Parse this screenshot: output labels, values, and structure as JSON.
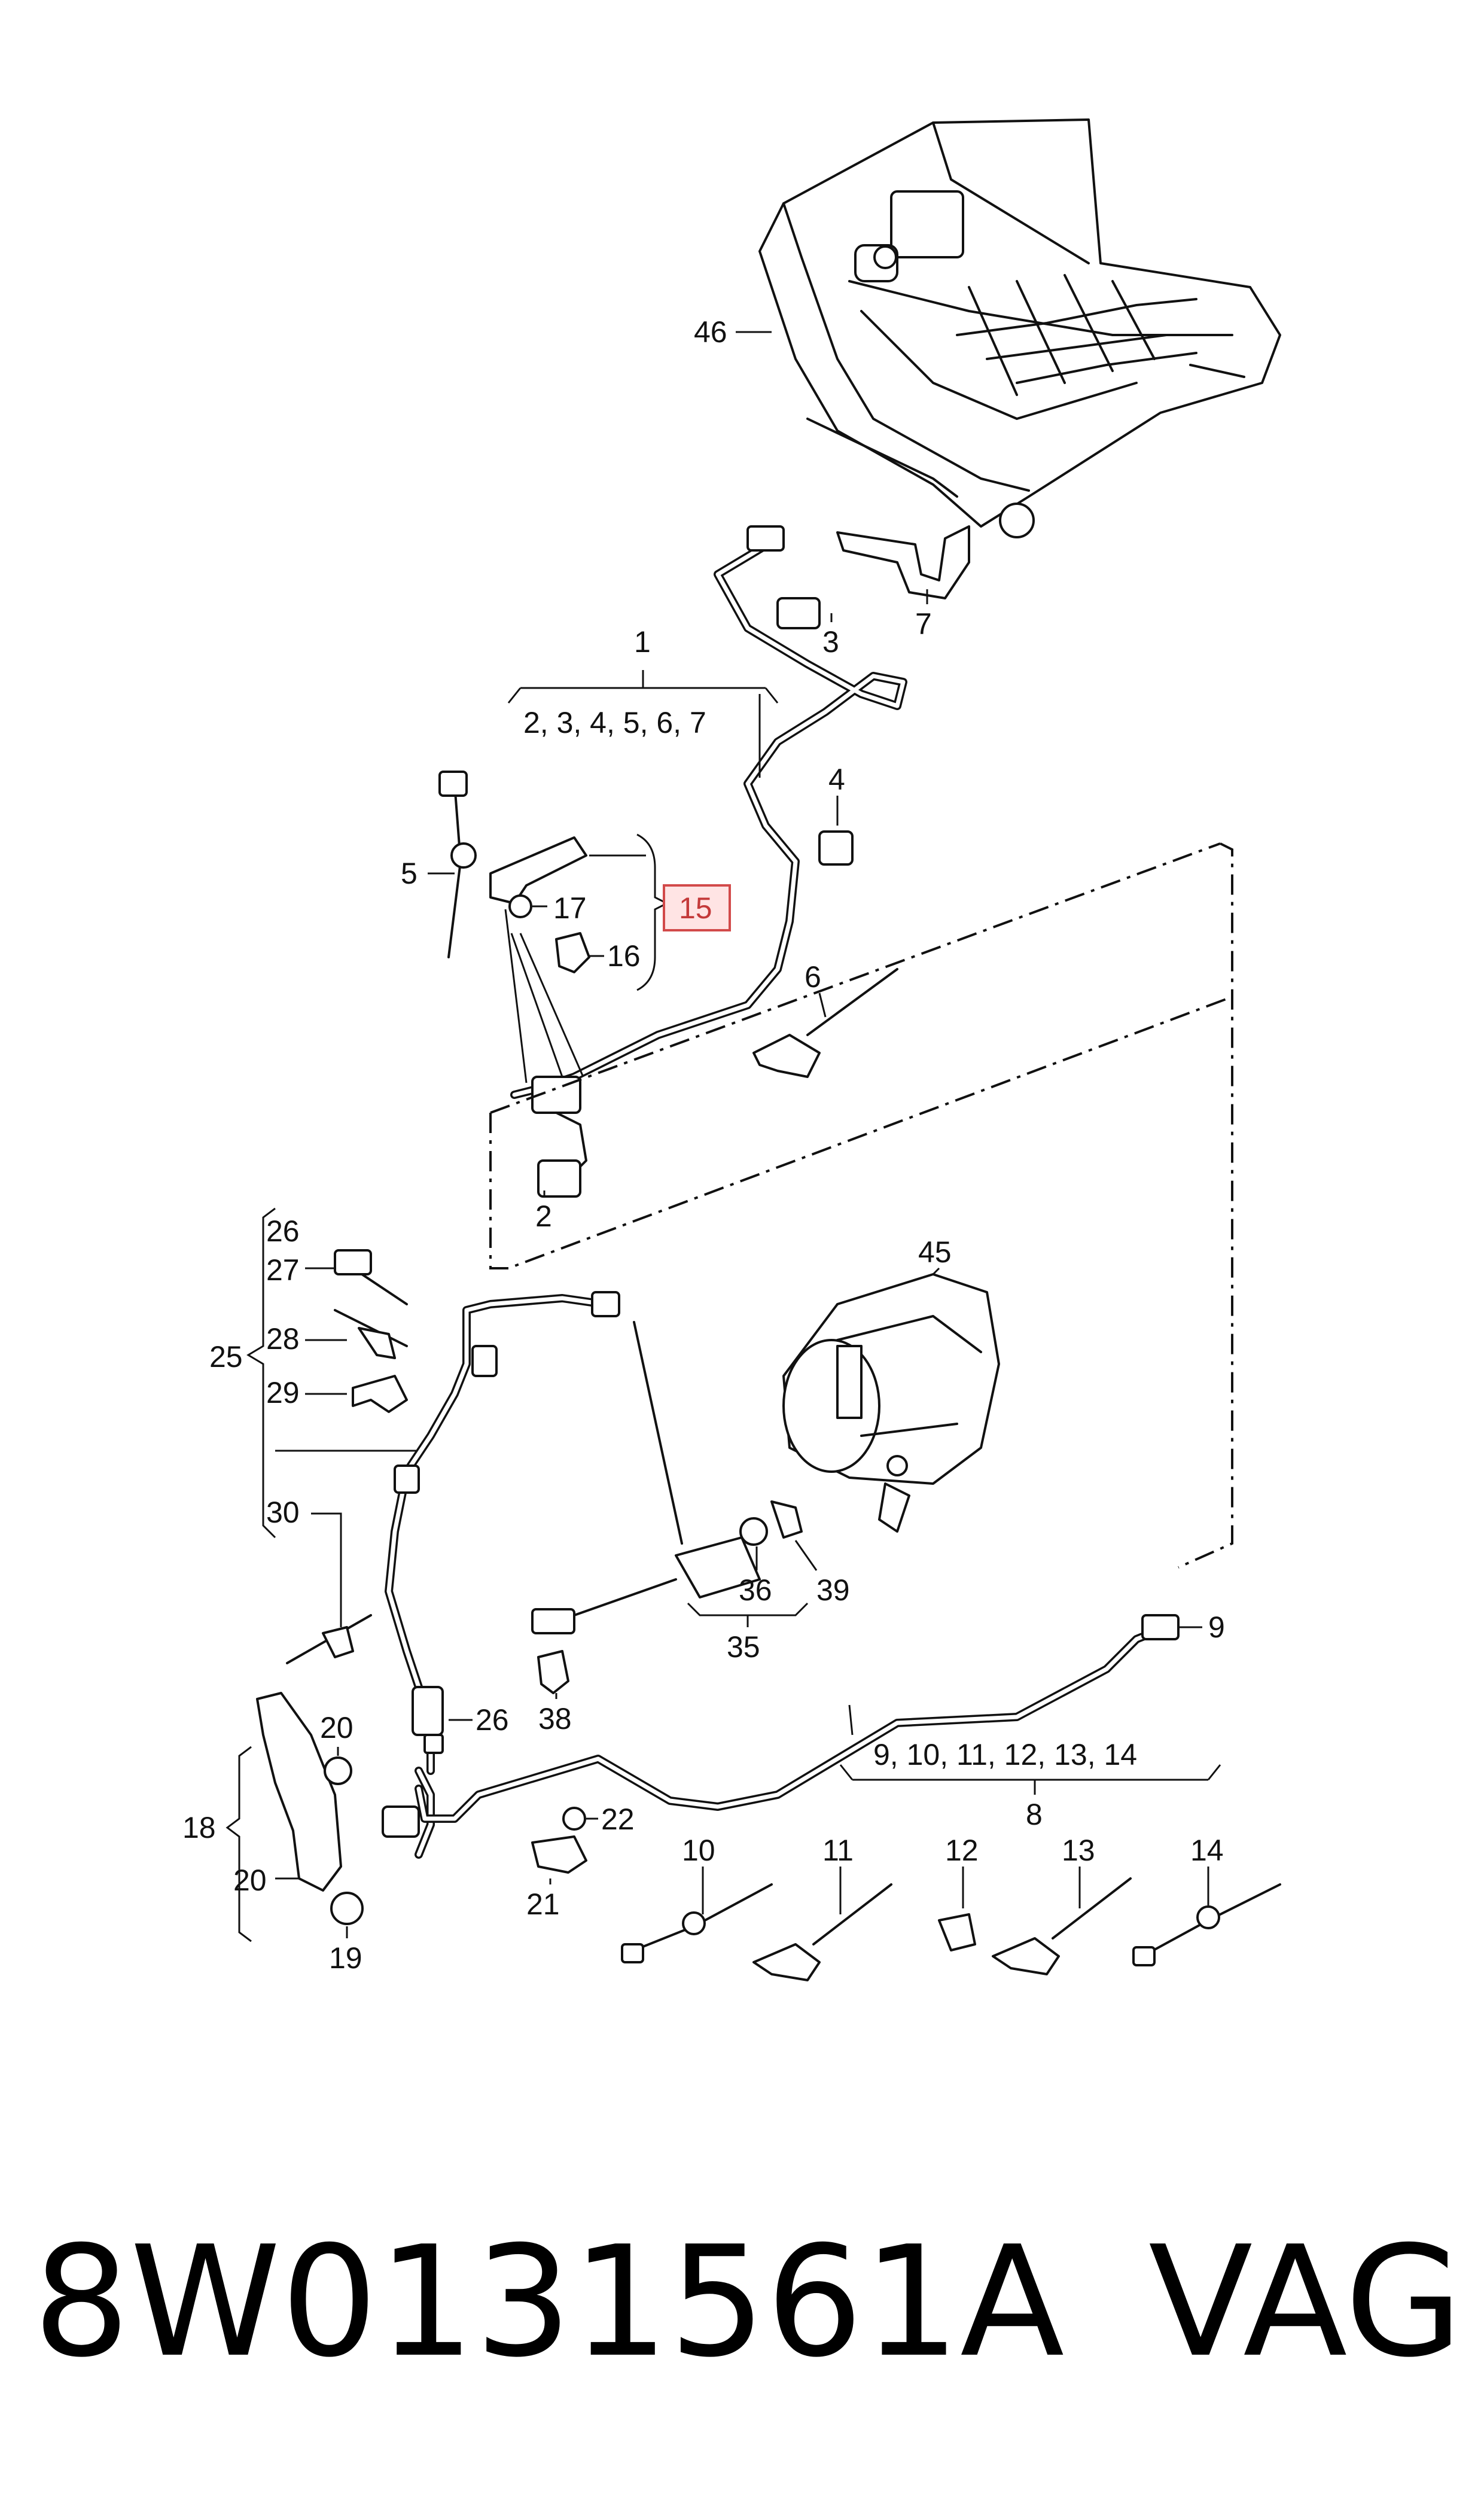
{
  "diagram": {
    "callouts": {
      "c1": "1",
      "c1_range": "2, 3, 4, 5, 6, 7",
      "c2": "2",
      "c3": "3",
      "c4": "4",
      "c5": "5",
      "c6": "6",
      "c7": "7",
      "c8": "8",
      "c8_range": "9, 10, 11, 12, 13, 14",
      "c9": "9",
      "c10": "10",
      "c11": "11",
      "c12": "12",
      "c13": "13",
      "c14": "14",
      "c15": "15",
      "c16": "16",
      "c17": "17",
      "c18": "18",
      "c19": "19",
      "c20a": "20",
      "c20b": "20",
      "c21": "21",
      "c22": "22",
      "c25": "25",
      "c26a": "26",
      "c26b": "26",
      "c27": "27",
      "c28": "28",
      "c29": "29",
      "c30": "30",
      "c35": "35",
      "c36": "36",
      "c38": "38",
      "c39": "39",
      "c45": "45",
      "c46": "46"
    },
    "highlight_color": "#d24a4a"
  },
  "footer": {
    "part_number": "8W0131561A",
    "brand": "VAG"
  }
}
